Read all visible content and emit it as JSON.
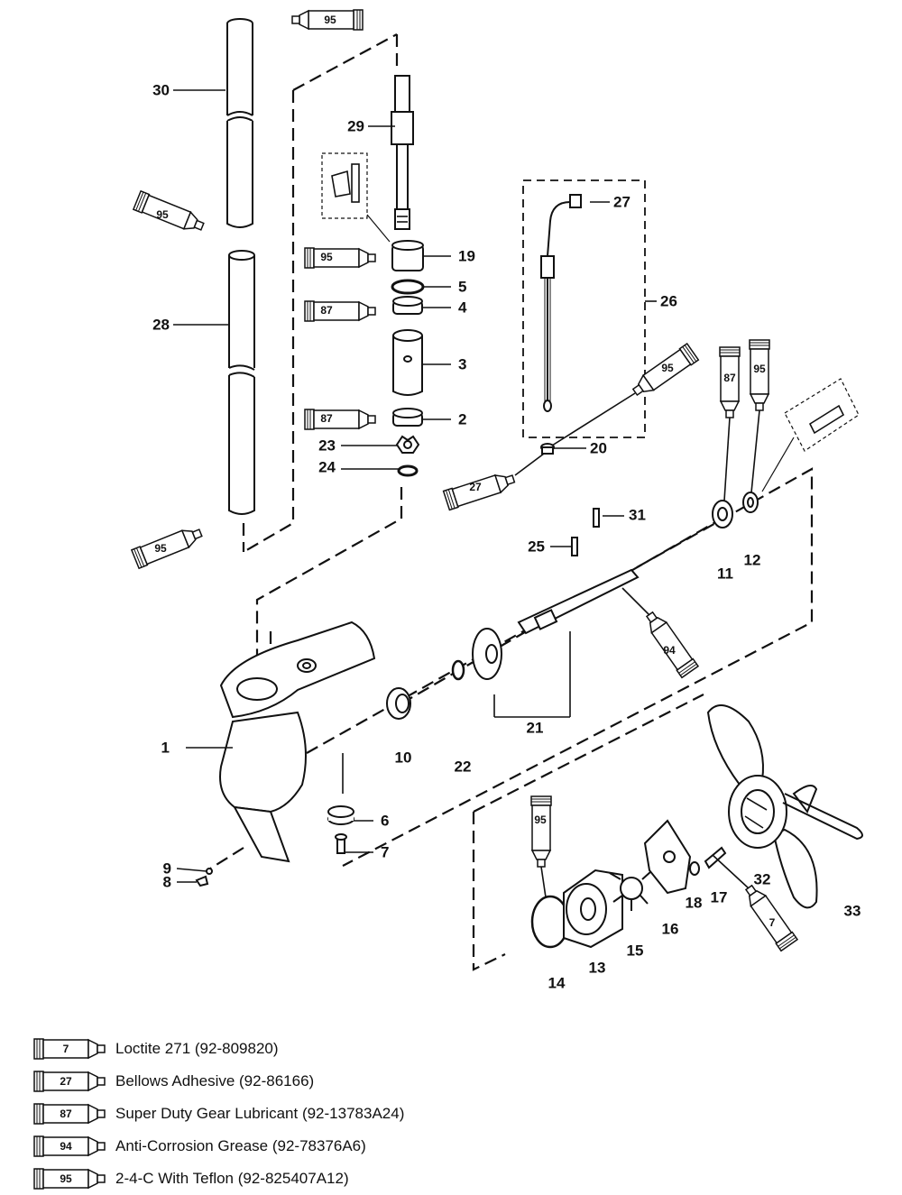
{
  "callouts": [
    "1",
    "2",
    "3",
    "4",
    "5",
    "6",
    "7",
    "8",
    "9",
    "10",
    "11",
    "12",
    "13",
    "14",
    "15",
    "16",
    "17",
    "18",
    "19",
    "20",
    "21",
    "22",
    "23",
    "24",
    "25",
    "26",
    "27",
    "28",
    "29",
    "30",
    "31",
    "32",
    "33"
  ],
  "diagram_tubes": [
    "95",
    "95",
    "95",
    "95",
    "87",
    "87",
    "27",
    "95",
    "87",
    "95",
    "94",
    "95",
    "7"
  ],
  "legend": [
    {
      "code": "7",
      "text": "Loctite 271 (92-809820)"
    },
    {
      "code": "27",
      "text": "Bellows Adhesive (92-86166)"
    },
    {
      "code": "87",
      "text": "Super Duty Gear Lubricant (92-13783A24)"
    },
    {
      "code": "94",
      "text": "Anti-Corrosion Grease (92-78376A6)"
    },
    {
      "code": "95",
      "text": "2-4-C  With Teflon (92-825407A12)"
    }
  ]
}
